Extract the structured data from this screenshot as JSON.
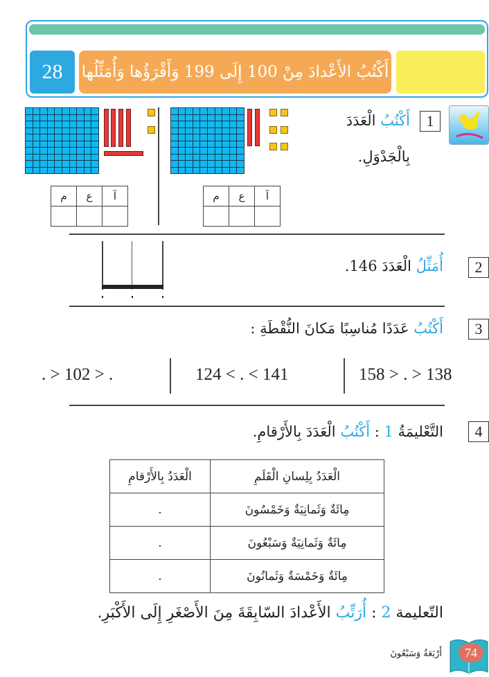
{
  "header": {
    "lesson_number": "28",
    "title": "أَكْتُبُ الأَعْدادَ مِنْ 100 إِلَى 199 وَأَقْرَؤُها وَأُمَثِّلُها"
  },
  "exercise1": {
    "number": "1",
    "text_verb": "أَكْتُبُ",
    "text_rest": " الْعَدَدَ",
    "text_line2": "بِالْجَدْوَلِ.",
    "table_headers": [
      "م",
      "ع",
      "آ"
    ]
  },
  "exercise2": {
    "number": "2",
    "text_verb": "أُمَثِّلُ",
    "text_rest": " الْعَدَدَ 146."
  },
  "exercise3": {
    "number": "3",
    "text_verb": "أَكْتُبُ",
    "text_rest": " عَدَدًا مُناسِبًا مَكانَ النُّقْطَةِ :",
    "comparisons": [
      ". > 102 > .",
      "124 < . < 141",
      "158 > . > 138"
    ]
  },
  "exercise4": {
    "number": "4",
    "instruction1_prefix": "التَّعْليمَةُ ",
    "instruction1_num": "1",
    "instruction1_sep": " : ",
    "instruction1_verb": "أَكْتُبُ",
    "instruction1_rest": " الْعَدَدَ بِالأَرْقامِ.",
    "table": {
      "headers": [
        "الْعَدَدُ بِلِسانِ الْقَلَمِ",
        "الْعَدَدُ بِالأَرْقامِ"
      ],
      "rows": [
        [
          "مِائَةٌ وَثَمانِيَةٌ وَخَمْسُونَ",
          "."
        ],
        [
          "مِائَةٌ وَثَمانِيَةٌ وَسَبْعُونَ",
          "."
        ],
        [
          "مِائَةٌ وَخَمْسَةٌ وَثَمانُونَ",
          "."
        ]
      ]
    },
    "instruction2_prefix": "التّعليمة ",
    "instruction2_num": "2",
    "instruction2_sep": " : ",
    "instruction2_verb": "أُرَتِّبُ",
    "instruction2_rest": " الأَعْدادَ السّابِقَةَ مِنَ الأَصْغَرِ إِلَى الأَكْبَرِ."
  },
  "footer": {
    "page_number": "74",
    "page_words": "أَرْبَعَةٌ وَسَبْعُونَ"
  },
  "colors": {
    "accent": "#2ea8e0",
    "green": "#6ec6a8",
    "orange": "#f6a955",
    "yellow": "#f9ee5a"
  }
}
